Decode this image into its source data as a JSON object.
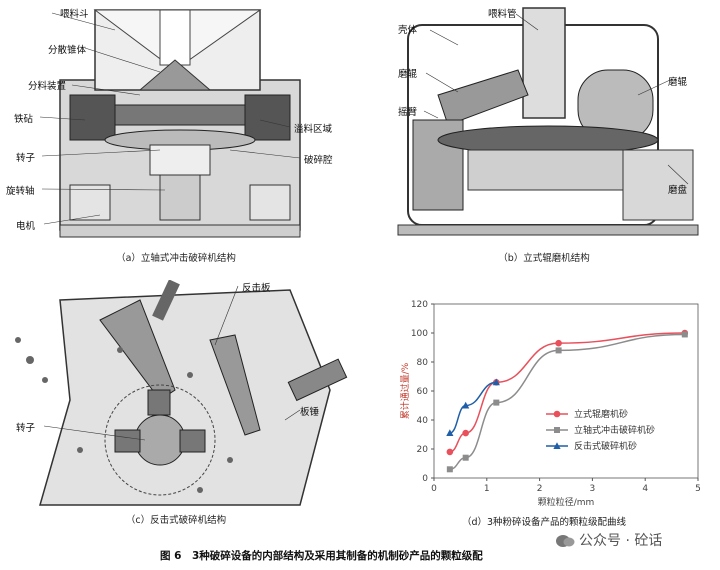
{
  "panel_a": {
    "labels": [
      "喂料斗",
      "分散锥体",
      "分料装置",
      "铁砧",
      "转子",
      "旋转轴",
      "电机",
      "溢料区域",
      "破碎腔"
    ],
    "caption": "（a）立轴式冲击破碎机结构"
  },
  "panel_b": {
    "labels": [
      "喂料管",
      "壳体",
      "磨辊",
      "摇臂",
      "磨辊",
      "磨盘"
    ],
    "caption": "（b）立式辊磨机结构"
  },
  "panel_c": {
    "labels": [
      "反击板",
      "转子",
      "板锤"
    ],
    "caption": "（c）反击式破碎机结构"
  },
  "panel_d": {
    "caption": "（d）3种粉碎设备产品的颗粒级配曲线"
  },
  "figure_caption": "图 6　3种破碎设备的内部结构及采用其制备的机制砂产品的颗粒级配",
  "watermark": "公众号 · 砼话",
  "colors": {
    "red": "#e8505b",
    "gray": "#8c8c8c",
    "blue": "#1f5fa8",
    "axis": "#555555"
  },
  "chart_data": {
    "type": "line",
    "title": "",
    "xlabel": "颗粒粒径/mm",
    "ylabel": "累计通过量/%",
    "xlim": [
      0,
      5
    ],
    "ylim": [
      0,
      120
    ],
    "xticks": [
      "0",
      "1",
      "2",
      "3",
      "4",
      "5"
    ],
    "yticks": [
      "0",
      "20",
      "40",
      "60",
      "80",
      "100",
      "120"
    ],
    "legend_position": "right",
    "series": [
      {
        "name": "立式辊磨机砂",
        "color_key": "red",
        "marker": "circle",
        "x": [
          0.3,
          0.6,
          1.18,
          2.36,
          4.75
        ],
        "y": [
          18,
          31,
          66,
          93,
          100
        ]
      },
      {
        "name": "立轴式冲击破碎机砂",
        "color_key": "gray",
        "marker": "square",
        "x": [
          0.3,
          0.6,
          1.18,
          2.36,
          4.75
        ],
        "y": [
          6,
          14,
          52,
          88,
          99
        ]
      },
      {
        "name": "反击式破碎机砂",
        "color_key": "blue",
        "marker": "triangle",
        "x": [
          0.3,
          0.6,
          1.18
        ],
        "y": [
          31,
          50,
          66
        ]
      }
    ]
  }
}
